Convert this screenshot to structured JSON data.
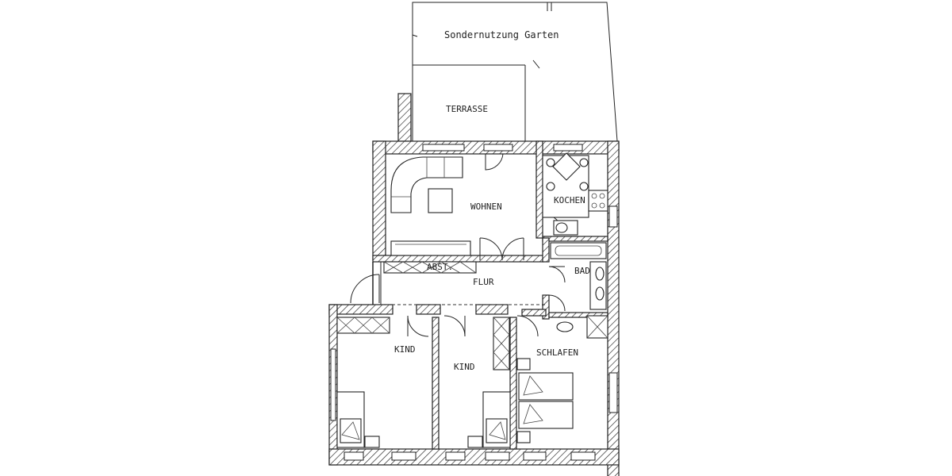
{
  "plan": {
    "labels": {
      "garden": "Sondernutzung Garten",
      "terrace": "TERRASSE",
      "living": "WOHNEN",
      "kitchen": "KOCHEN",
      "closet": "ABST.",
      "hall": "FLUR",
      "bath": "BAD",
      "child1": "KIND",
      "child2": "KIND",
      "bedroom": "SCHLAFEN"
    }
  }
}
